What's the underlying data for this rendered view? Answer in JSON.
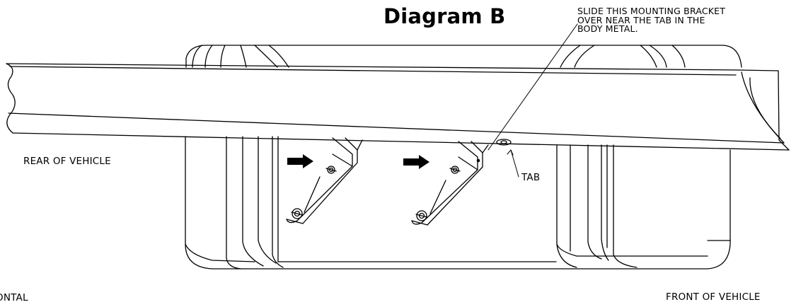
{
  "diagram": {
    "title": "Diagram B",
    "callout_lines": [
      "SLIDE THIS MOUNTING BRACKET",
      "OVER NEAR THE TAB IN THE",
      "BODY METAL."
    ],
    "labels": {
      "rear": "REAR OF VEHICLE",
      "front": "FRONT OF VEHICLE",
      "tab": "TAB",
      "horizontal_partial": "ONTAL"
    },
    "line_color": "#000000",
    "background_color": "#ffffff"
  }
}
